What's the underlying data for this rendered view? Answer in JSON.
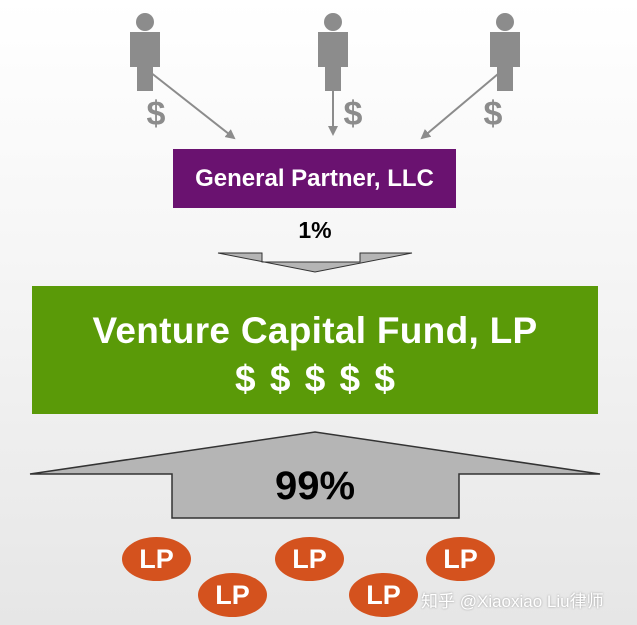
{
  "colors": {
    "person": "#8c8c8c",
    "general_partner_box": "#6a1270",
    "fund_box": "#5a9a08",
    "lp_oval": "#d4521e",
    "arrow_fill": "#b5b5b5"
  },
  "icons": {
    "investor": "person-icon"
  },
  "investors": [
    {
      "icon": "person-icon",
      "symbol": "$"
    },
    {
      "icon": "person-icon",
      "symbol": "$"
    },
    {
      "icon": "person-icon",
      "symbol": "$"
    }
  ],
  "general_partner": {
    "label": "General Partner, LLC",
    "contribution": "1%"
  },
  "fund": {
    "title": "Venture Capital Fund, LP",
    "dollars": "$ $ $ $ $"
  },
  "limited_partners": {
    "contribution": "99%",
    "items": [
      "LP",
      "LP",
      "LP",
      "LP",
      "LP"
    ]
  },
  "watermark": "知乎 @Xiaoxiao Liu律师"
}
